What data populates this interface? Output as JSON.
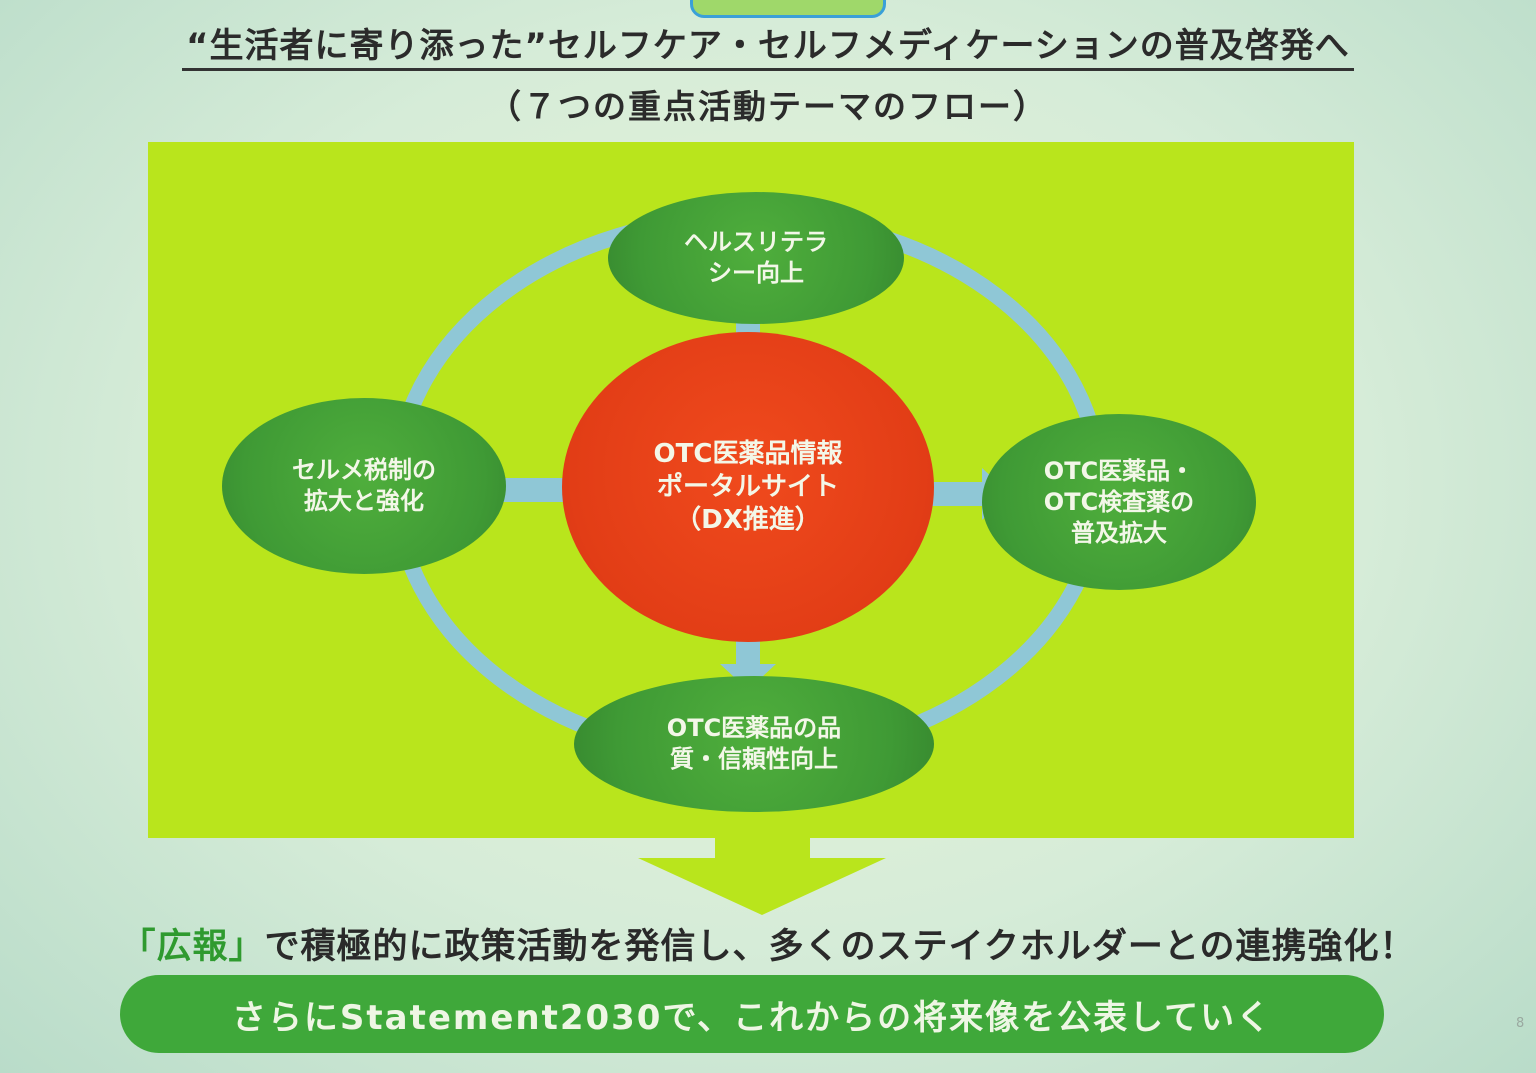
{
  "header": {
    "title": "“生活者に寄り添った”セルフケア・セルフメディケーションの普及啓発へ",
    "subtitle": "（７つの重点活動テーマのフロー）"
  },
  "diagram": {
    "center": {
      "label": "OTC医薬品情報\nポータルサイト\n（DX推進）"
    },
    "nodes": {
      "top": {
        "label": "ヘルスリテラ\nシー向上"
      },
      "left": {
        "label": "セルメ税制の\n拡大と強化"
      },
      "right": {
        "label": "OTC医薬品・\nOTC検査薬の\n普及拡大"
      },
      "bottom": {
        "label": "OTC医薬品の品\n質・信頼性向上"
      }
    }
  },
  "footer": {
    "statement_highlight": "「広報」",
    "statement_rest": "で積極的に政策活動を発信し、多くのステイクホルダーとの連携強化！",
    "pill_text": "さらにStatement2030で、これからの将来像を公表していく",
    "page_number": "8"
  },
  "colors": {
    "panel": "#b9e51c",
    "center_circle": "#e23d16",
    "node_circle": "#3f9a35",
    "ring_and_arrows": "#8fc7d6",
    "highlight_text": "#2f9a2f"
  }
}
